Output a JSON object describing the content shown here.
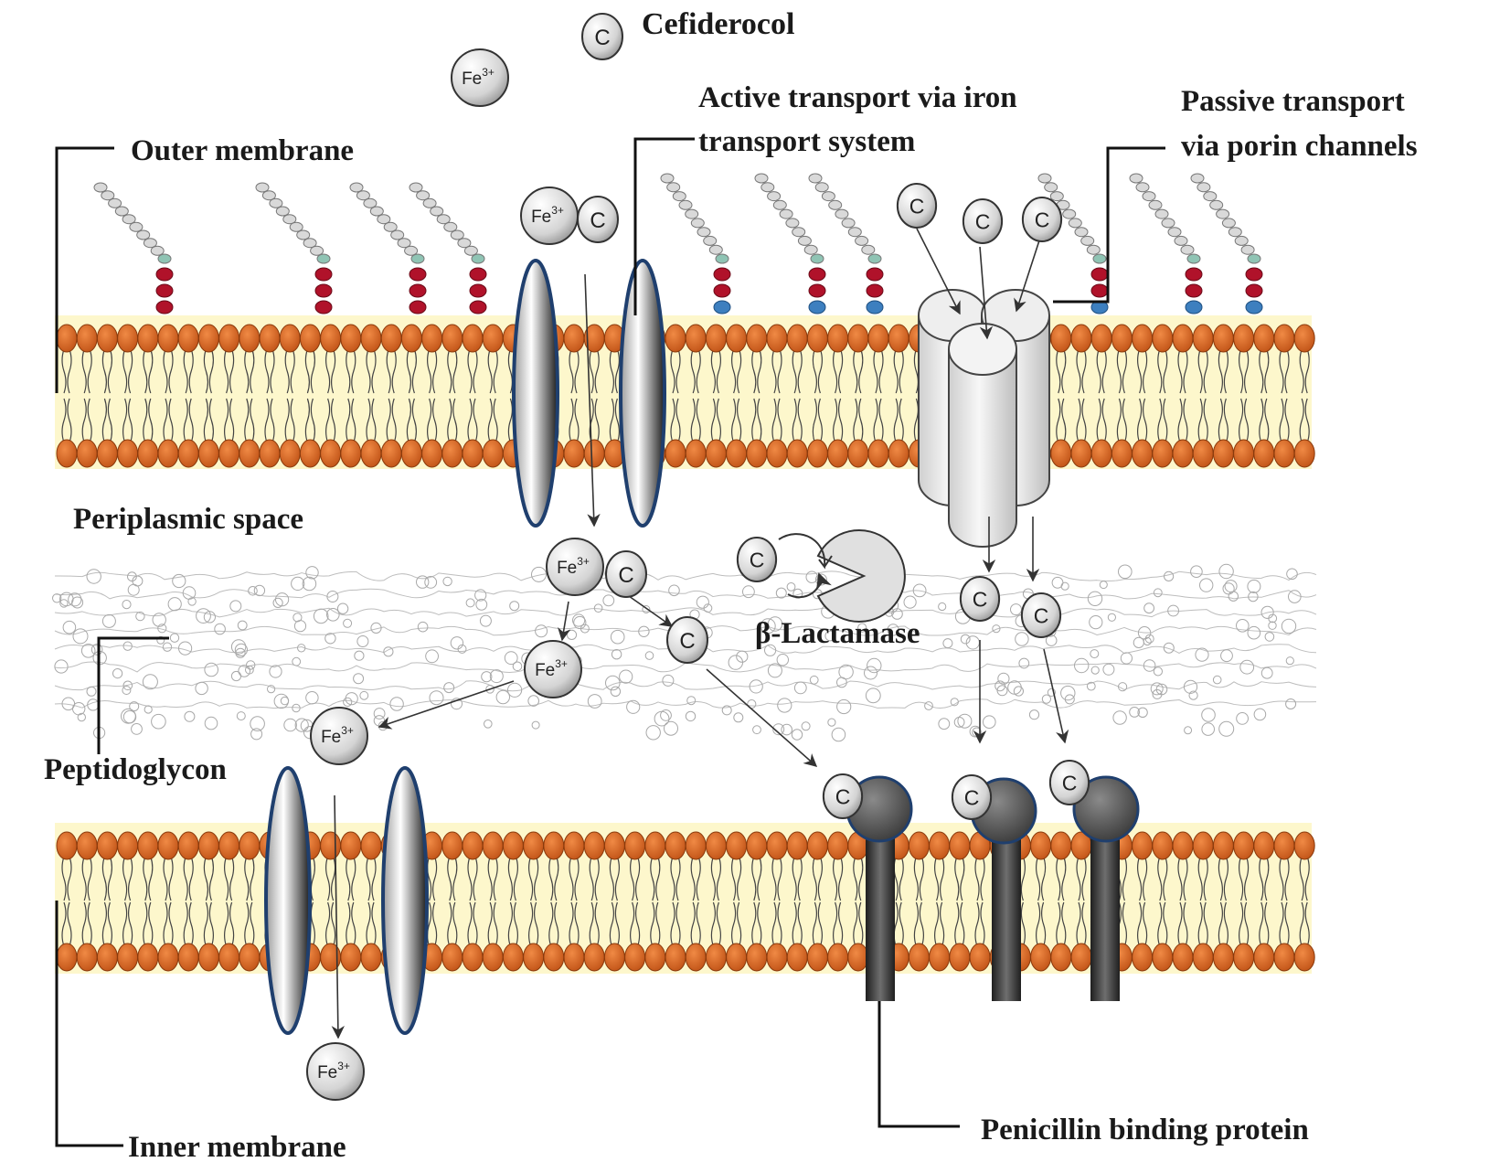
{
  "labels": {
    "cefiderocol": "Cefiderocol",
    "active_line1": "Active transport via iron",
    "active_line2": "transport system",
    "passive_line1": "Passive transport",
    "passive_line2": "via porin channels",
    "outer_membrane": "Outer membrane",
    "periplasmic_space": "Periplasmic space",
    "beta_lactamase": "β-Lactamase",
    "peptidoglycon": "Peptidoglycon",
    "inner_membrane": "Inner membrane",
    "penicillin_binding_protein": "Penicillin binding protein"
  },
  "molecules": {
    "c_symbol": "C",
    "fe_base": "Fe",
    "fe_charge": "3+"
  },
  "colors": {
    "membrane_band": "#fdf7cc",
    "lipid_head": "#d2691e",
    "lipid_head_stroke": "#8a3a0c",
    "channel_edge": "#1f3f6e",
    "pbp_body": "#3a3a3a",
    "lps_red": "#b0122a",
    "lps_blue": "#3d7fbf",
    "lps_teal": "#8fc4b4"
  }
}
